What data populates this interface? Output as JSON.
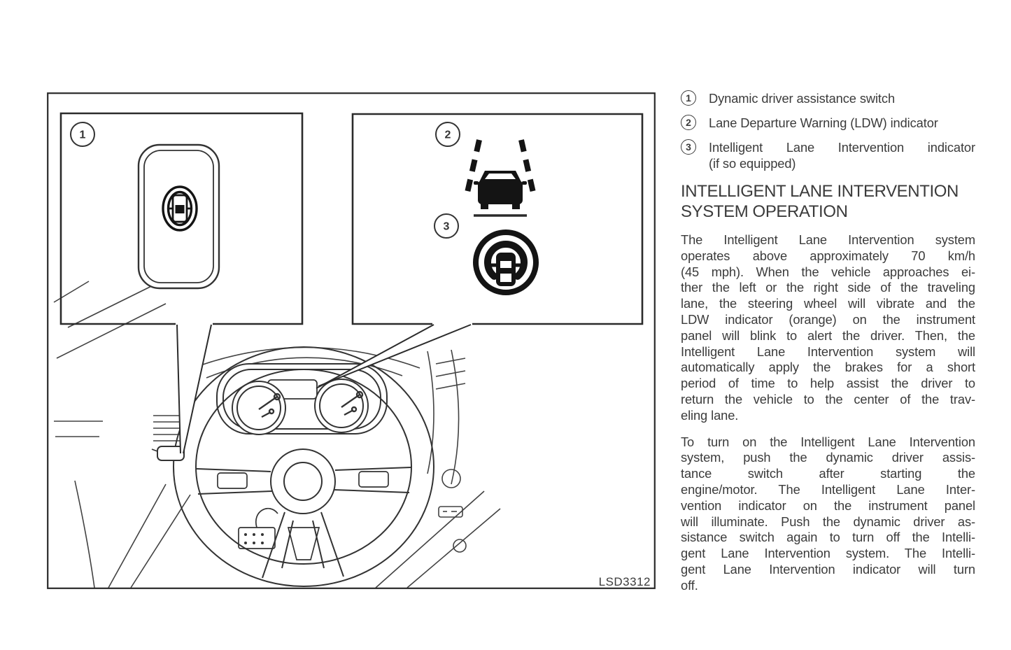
{
  "page": {
    "background": "#ffffff",
    "text_color": "#3b3b3b",
    "line_color": "#333333",
    "icon_color": "#141414"
  },
  "figure": {
    "code": "LSD3312",
    "callout_numbers": [
      "1",
      "2",
      "3"
    ],
    "icons": {
      "switch": "dynamic-driver-assistance-switch-icon",
      "ldw": "lane-departure-warning-indicator-icon",
      "lane_intervention": "intelligent-lane-intervention-indicator-icon",
      "illustration": "steering-wheel-dashboard-line-art"
    }
  },
  "legend": {
    "items": [
      {
        "num": "1",
        "lines": [
          "Dynamic driver assistance switch"
        ]
      },
      {
        "num": "2",
        "lines": [
          "Lane Departure Warning (LDW) indicator"
        ]
      },
      {
        "num": "3",
        "lines": [
          "Intelligent Lane Intervention indicator",
          "(if so equipped)"
        ]
      }
    ]
  },
  "section": {
    "heading_lines": [
      "INTELLIGENT LANE INTERVENTION",
      "SYSTEM OPERATION"
    ],
    "paragraphs": [
      {
        "lines": [
          "The Intelligent Lane Intervention system",
          "operates above approximately 70 km/h",
          "(45 mph). When the vehicle approaches ei-",
          "ther the left or the right side of the traveling",
          "lane, the steering wheel will vibrate and the",
          "LDW indicator (orange) on the instrument",
          "panel will blink to alert the driver. Then, the",
          "Intelligent Lane Intervention system will",
          "automatically apply the brakes for a short",
          "period of time to help assist the driver to",
          "return the vehicle to the center of the trav-",
          "eling lane."
        ]
      },
      {
        "lines": [
          "To turn on the Intelligent Lane Intervention",
          "system, push the dynamic driver assis-",
          "tance switch after starting the",
          "engine/motor. The Intelligent Lane Inter-",
          "vention indicator on the instrument panel",
          "will illuminate. Push the dynamic driver as-",
          "sistance switch again to turn off the Intelli-",
          "gent Lane Intervention system. The Intelli-",
          "gent Lane Intervention indicator will turn",
          "off."
        ]
      }
    ]
  }
}
